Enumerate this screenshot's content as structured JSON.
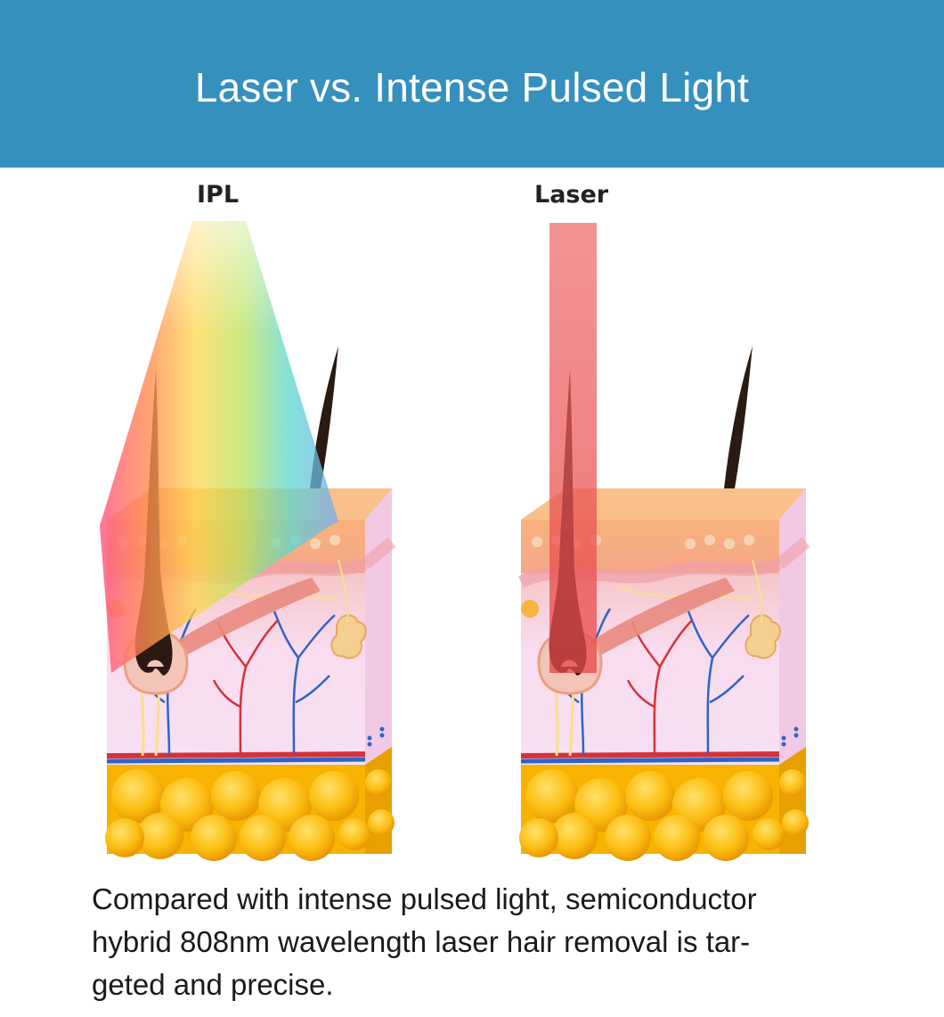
{
  "header": {
    "title": "Laser vs. Intense Pulsed Light"
  },
  "panels": [
    {
      "label": "IPL",
      "beam": "broad-spectrum"
    },
    {
      "label": "Laser",
      "beam": "single-wavelength"
    }
  ],
  "caption": {
    "lines": [
      "Compared with intense pulsed light, semiconductor",
      "hybrid 808nm wavelength laser hair removal is tar-",
      "geted and precise."
    ]
  },
  "colors": {
    "banner": "#3590bd",
    "epidermis": "#f6b07a",
    "dermis": "#f7d6e6",
    "fat": "#f5b800",
    "laser_beam": "#f06a6a",
    "artery": "#d6323a",
    "vein": "#2e64c8",
    "hair": "#2a1a12"
  }
}
